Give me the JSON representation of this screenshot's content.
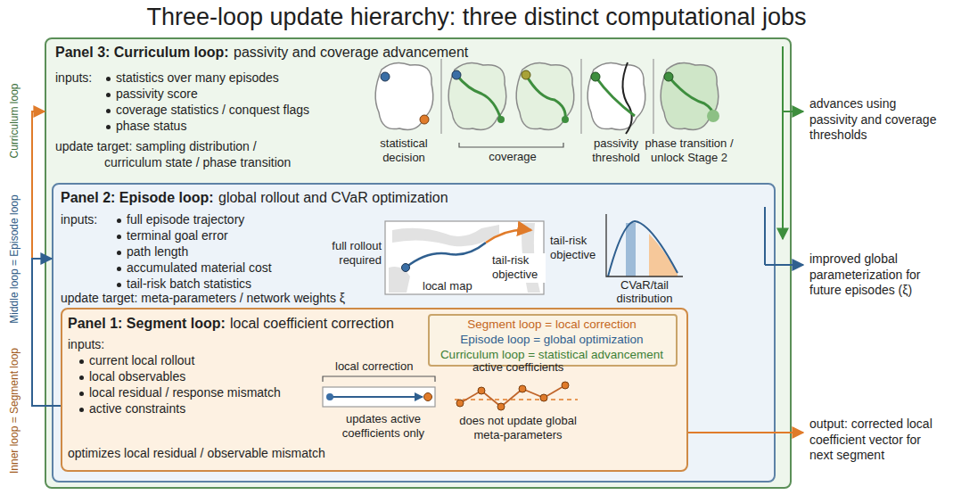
{
  "diagram": {
    "title": "Three-loop update hierarchy: three distinct computational jobs",
    "nodes": [
      {
        "text": [
          "Panel 3: Curriculum loop:",
          "passivity and coverage advancement",
          "inputs:",
          "statistics over many episodes",
          "passivity score",
          "coverage statistics / conquest flags",
          "phase status",
          "update target: sampling distribution / curriculum state / phase transition"
        ]
      },
      {
        "text": [
          "Panel 2: Episode loop:",
          "global rollout and CVaR optimization",
          "inputs:",
          "full episode trajectory",
          "terminal goal error",
          "path length",
          "accumulated material cost",
          "tail-risk batch statistics",
          "update target: meta-parameters / network weights ξ"
        ],
        "in": 0
      },
      {
        "text": [
          "Segment loop = local correction",
          "Episode loop = global optimization",
          "Curriculum loop = statistical advancement"
        ],
        "in": 1
      },
      {
        "text": [
          "Panel 1: Segment loop:",
          "local coefficient correction",
          "inputs:",
          "current local rollout",
          "local observables",
          "local residual / response mismatch",
          "active constraints",
          "optimizes local residual / observable mismatch"
        ],
        "in": 1
      }
    ],
    "edges": [
      {
        "from": 3,
        "to": 0,
        "arrow": "to"
      },
      {
        "from": 3,
        "to": 1,
        "arrow": "to"
      }
    ],
    "labels": [
      "Curriculum loop",
      "Middle loop = Episode loop",
      "Inner loop = Segment loop",
      "statistical decision",
      "coverage",
      "passivity threshold",
      "phase transition / unlock Stage 2",
      "advances using passivity and coverage thresholds",
      "full rollout required",
      "local map",
      "tail-risk objective",
      "tail-risk objective",
      "CVaR/tail distribution",
      "improved global parameterization for future episodes (ξ)",
      "local correction",
      "updates active coefficients only",
      "active coefficients",
      "does not update global meta-parameters",
      "output: corrected local coefficient vector for next segment"
    ]
  }
}
